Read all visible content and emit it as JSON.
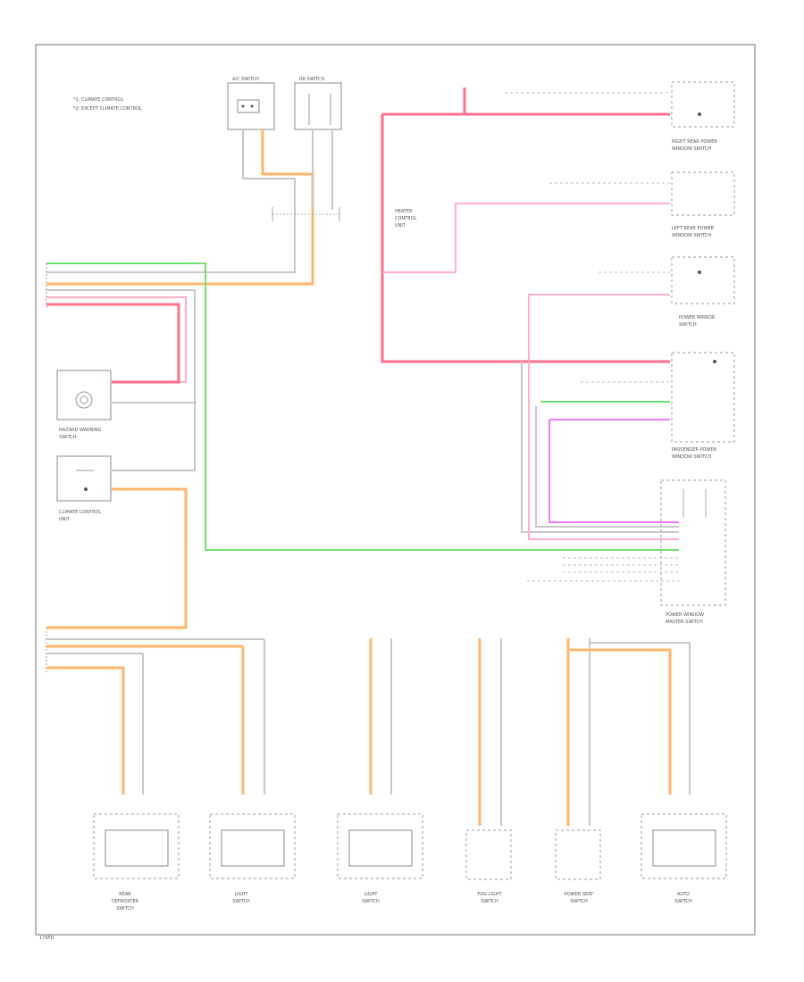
{
  "legend": {
    "line1": "*1: CLIMATE CONTROL",
    "line2": "*2: EXCEPT CLIMATE CONTROL"
  },
  "top_switches": [
    "A/C SWITCH",
    "RR SWITCH"
  ],
  "center_label": [
    "HEATER",
    "CONTROL",
    "UNIT"
  ],
  "right_components": [
    [
      "RIGHT REAR POWER",
      "WINDOW SWITCH"
    ],
    [
      "LEFT REAR POWER",
      "WINDOW SWITCH"
    ],
    [
      "POWER MIRROR",
      "SWITCH"
    ],
    [
      "PASSENGER POWER",
      "WINDOW SWITCH"
    ],
    [
      "POWER WINDOW",
      "MASTER SWITCH"
    ]
  ],
  "left_components": [
    [
      "HAZARD WARNING",
      "SWITCH"
    ],
    [
      "CLIMATE CONTROL",
      "UNIT"
    ]
  ],
  "bottom_components": [
    [
      "REAR",
      "DEFROSTER",
      "SWITCH"
    ],
    [
      "LIGHT",
      "SWITCH"
    ],
    [
      "LIGHT",
      "SWITCH"
    ],
    [
      "FOG LIGHT",
      "SWITCH"
    ],
    [
      "POWER SEAT",
      "SWITCH"
    ],
    [
      "AUTO",
      "SWITCH"
    ]
  ],
  "footer_code": "17958",
  "colors": {
    "pink": "#ff6f8e",
    "orange": "#ffb56a",
    "green": "#6fe06f",
    "violet": "#ee7bff",
    "gray": "#c8c8c8"
  }
}
